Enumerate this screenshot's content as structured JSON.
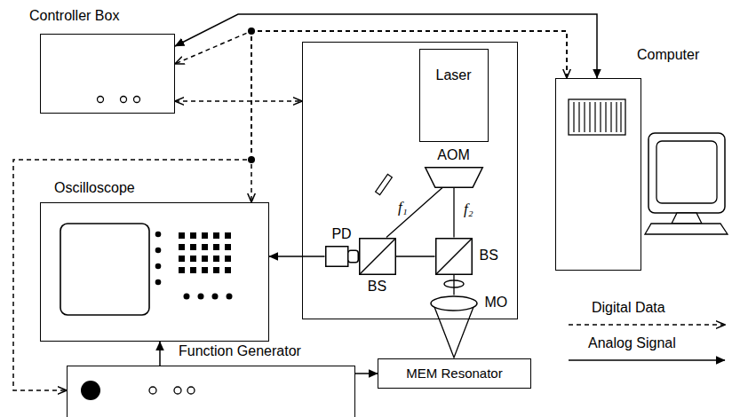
{
  "diagram": {
    "nodes": [
      {
        "text": [
          "Controller Box"
        ]
      },
      {
        "text": [
          "Computer"
        ]
      },
      {
        "text": [
          "Oscilloscope"
        ]
      },
      {
        "text": []
      },
      {
        "text": [
          "Laser"
        ],
        "in": 3
      },
      {
        "text": [
          "AOM"
        ],
        "in": 3
      },
      {
        "text": [
          "PD"
        ],
        "in": 3
      },
      {
        "text": [
          "BS"
        ],
        "in": 3
      },
      {
        "text": [
          "BS"
        ],
        "in": 3
      },
      {
        "text": [
          "MO"
        ],
        "in": 3
      },
      {
        "text": [
          "Function Generator"
        ]
      },
      {
        "text": [
          "MEM Resonator"
        ]
      }
    ],
    "edges": [
      {
        "from": 0,
        "to": 1,
        "arrow": "both"
      },
      {
        "from": 1,
        "to": 0,
        "arrow": "both"
      },
      {
        "from": 1,
        "to": 2,
        "arrow": "to"
      },
      {
        "from": 1,
        "to": 10,
        "arrow": "to"
      },
      {
        "from": 0,
        "to": 3,
        "arrow": "both"
      },
      {
        "from": 10,
        "to": 2,
        "arrow": "to"
      },
      {
        "from": 10,
        "to": 11,
        "arrow": "to"
      },
      {
        "from": 6,
        "to": 2,
        "arrow": "to"
      },
      {
        "from": 5,
        "to": 7,
        "arrow": "none",
        "label": "f₁"
      },
      {
        "from": 5,
        "to": 8,
        "arrow": "none",
        "label": "f₂"
      },
      {
        "from": 8,
        "to": 7,
        "arrow": "none"
      },
      {
        "from": 8,
        "to": 9,
        "arrow": "none"
      }
    ],
    "legend": [
      {
        "text": "Digital Data"
      },
      {
        "text": "Analog Signal"
      }
    ]
  }
}
